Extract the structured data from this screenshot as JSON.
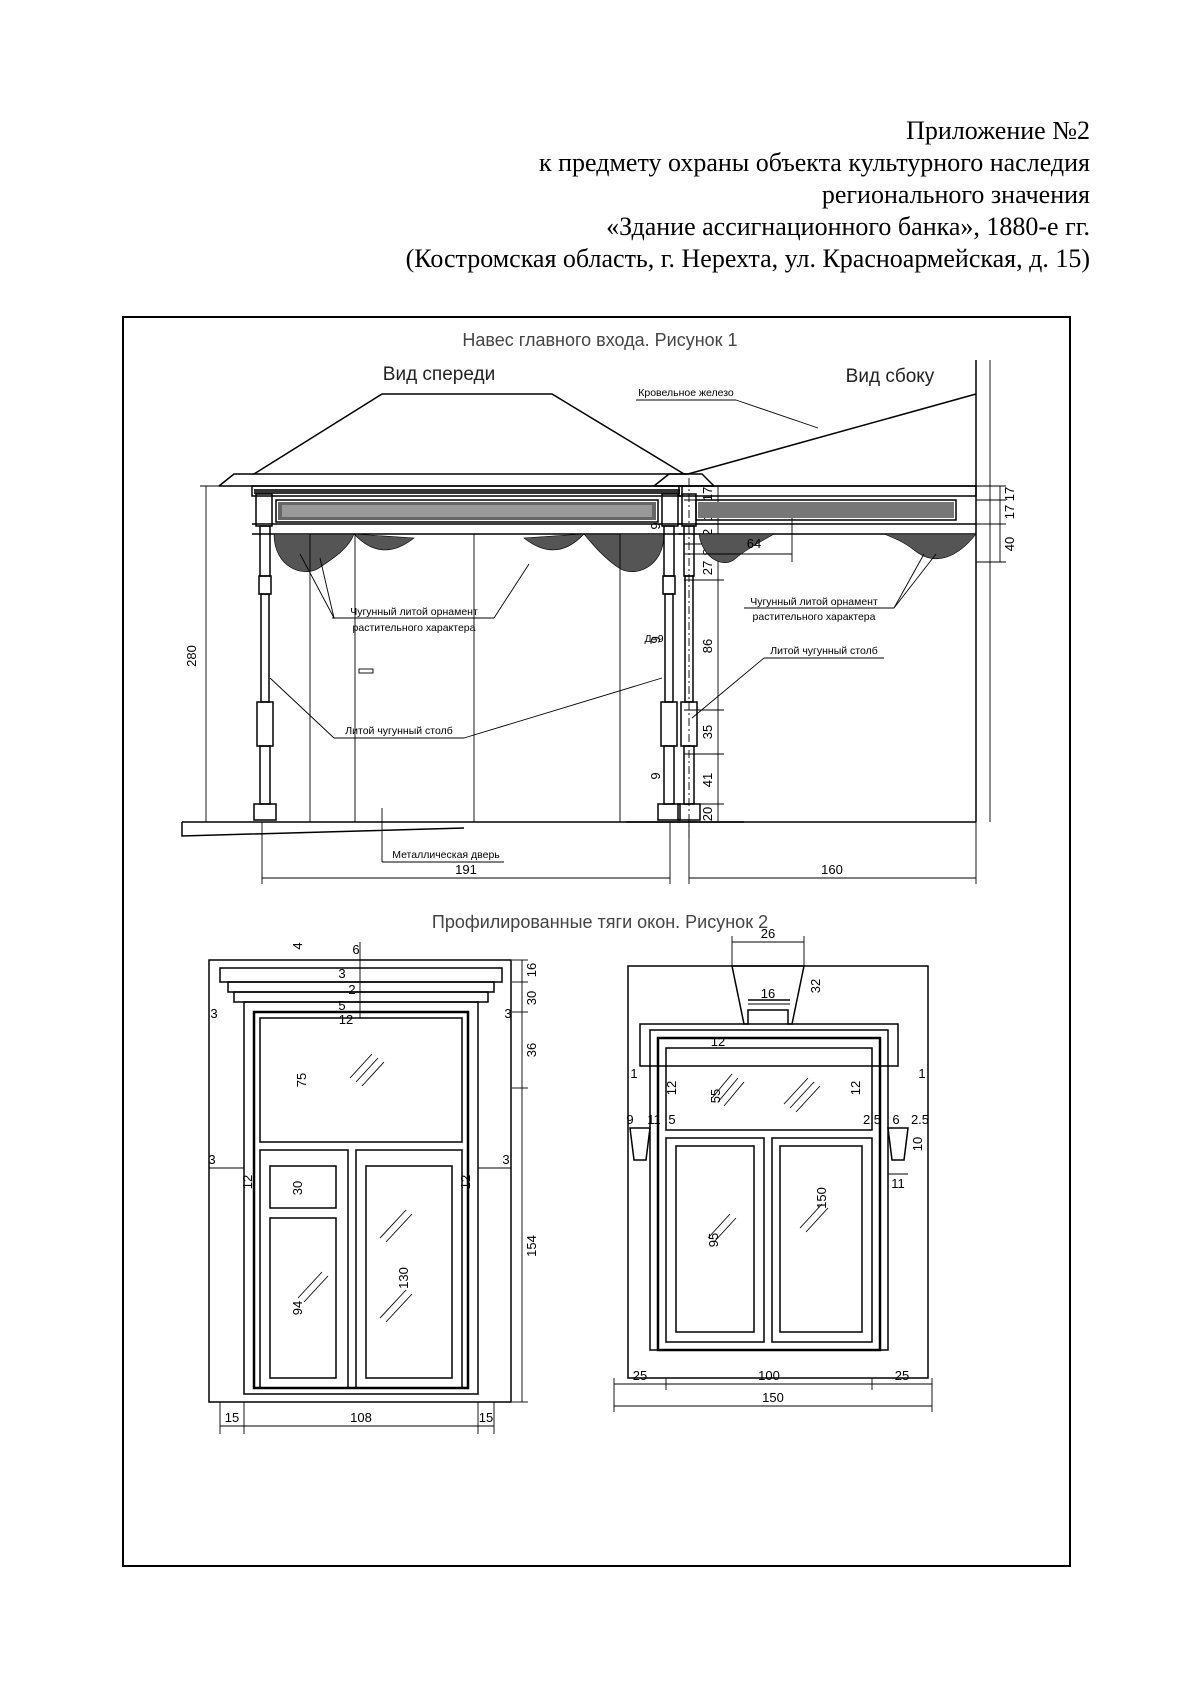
{
  "header": {
    "line1": "Приложение №2",
    "line2": "к предмету охраны объекта культурного наследия",
    "line3": "регионального значения",
    "line4": "«Здание ассигнационного банка», 1880-е гг.",
    "line5": "(Костромская область, г. Нерехта, ул. Красноармейская, д. 15)"
  },
  "figure1": {
    "title": "Навес главного входа. Рисунок 1",
    "front": {
      "caption": "Вид спереди",
      "label_ornament_1": "Чугунный литой орнамент",
      "label_ornament_2": "растительного характера",
      "label_post": "Литой чугунный столб",
      "label_door": "Металлическая дверь",
      "label_d": "Д=9",
      "dim_height": "280",
      "dim_width": "191",
      "dims_right": [
        "17",
        "17",
        "22",
        "8",
        "27",
        "86",
        "35",
        "41",
        "20"
      ]
    },
    "side": {
      "caption": "Вид сбоку",
      "label_roof": "Кровельное железо",
      "label_ornament_1": "Чугунный литой орнамент",
      "label_ornament_2": "растительного характера",
      "label_post": "Литой чугунный столб",
      "dim_64": "64",
      "dim_160": "160",
      "dims_right": [
        "17",
        "17",
        "40"
      ],
      "dims_small": [
        "9",
        "9",
        "9"
      ]
    }
  },
  "figure2": {
    "title": "Профилированные тяги окон. Рисунок 2",
    "left": {
      "dims_top": [
        "4",
        "6",
        "3",
        "2",
        "5",
        "12"
      ],
      "dims_right": [
        "16",
        "30",
        "36",
        "154"
      ],
      "dims_inner": [
        "75",
        "30",
        "94",
        "130",
        "3",
        "3",
        "12",
        "12",
        "3",
        "3"
      ],
      "dims_bottom": [
        "15",
        "108",
        "15"
      ]
    },
    "right": {
      "dims_top": [
        "26",
        "16",
        "32"
      ],
      "dims_inner": [
        "55",
        "95",
        "150",
        "12",
        "12",
        "12",
        "9",
        "11",
        "5",
        "2.5",
        "6",
        "2.5",
        "10",
        "11",
        "1",
        "1"
      ],
      "dims_bottom": [
        "25",
        "100",
        "25",
        "150"
      ]
    }
  }
}
